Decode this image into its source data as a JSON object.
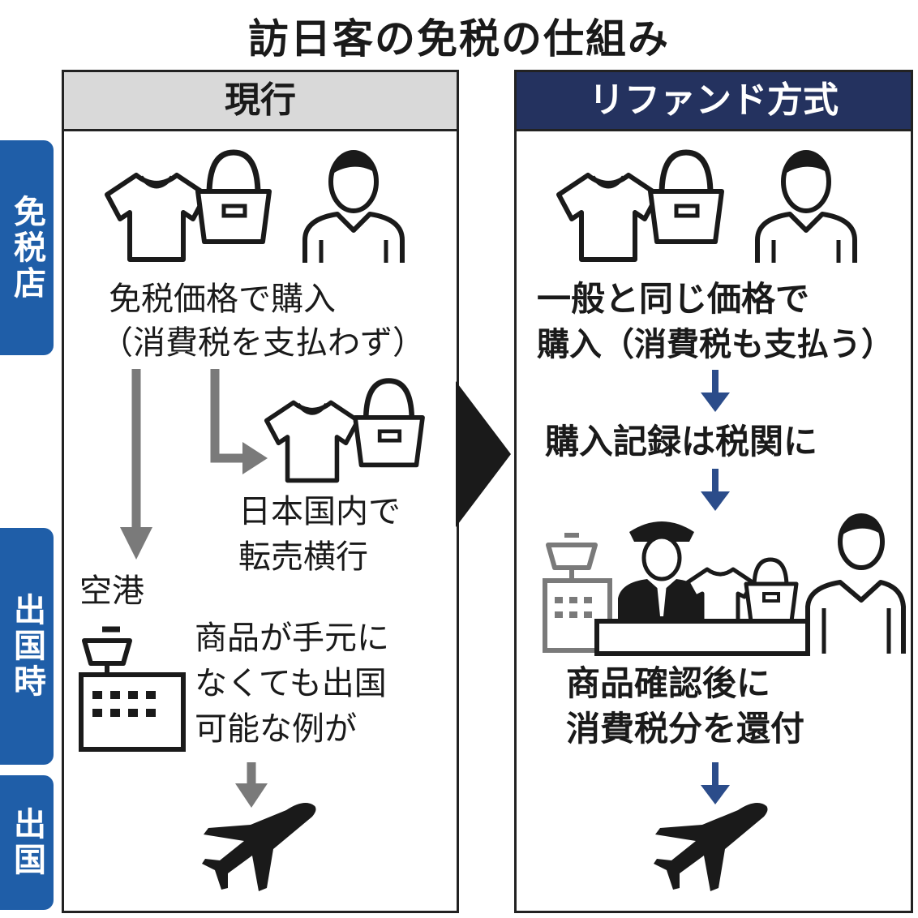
{
  "title": "訪日客の免税の仕組み",
  "side_labels": [
    "免税店",
    "出国時",
    "出国"
  ],
  "left": {
    "header": "現行",
    "purchase_line1": "免税価格で購入",
    "purchase_line2": "（消費税を支払わず）",
    "resale_line1": "日本国内で",
    "resale_line2": "転売横行",
    "airport": "空港",
    "note_line1": "商品が手元に",
    "note_line2": "なくても出国",
    "note_line3": "可能な例が"
  },
  "right": {
    "header": "リファンド方式",
    "step1_line1": "一般と同じ価格で",
    "step1_line2": "購入（消費税も支払う）",
    "step2": "購入記録は税関に",
    "step3_line1": "商品確認後に",
    "step3_line2": "消費税分を還付"
  },
  "colors": {
    "navy_header": "#24325f",
    "side_blue": "#1f5ea8",
    "gray_header": "#d9d9d9",
    "gray_arrow": "#7a7a7a",
    "blue_arrow": "#2b4c8a"
  },
  "icons": [
    "tshirt-icon",
    "handbag-icon",
    "person-icon",
    "control-tower-icon",
    "airplane-icon",
    "customs-officer-icon",
    "arrow-icon"
  ]
}
